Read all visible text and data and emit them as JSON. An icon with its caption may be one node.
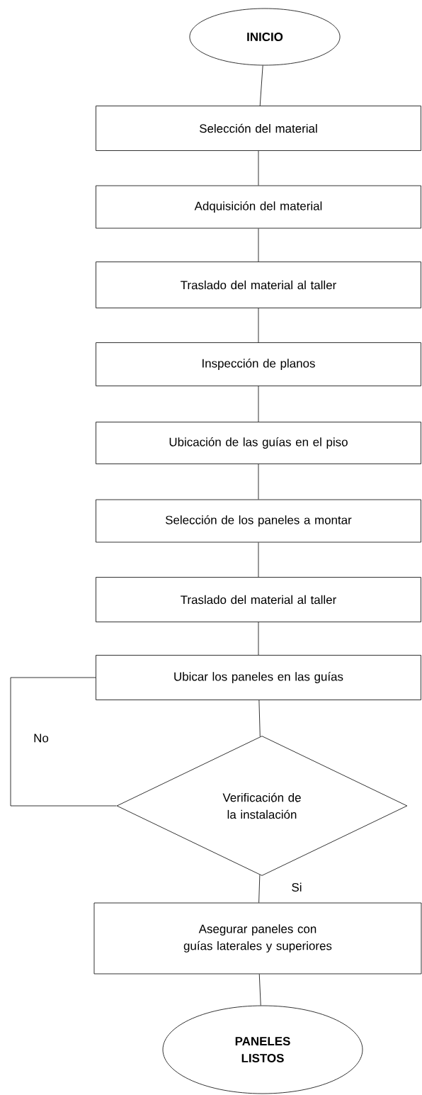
{
  "diagram": {
    "nodes": [
      {
        "text": [
          "INICIO"
        ]
      },
      {
        "text": [
          "Selección del material"
        ]
      },
      {
        "text": [
          "Adquisición del material"
        ]
      },
      {
        "text": [
          "Traslado del material al taller"
        ]
      },
      {
        "text": [
          "Inspección de planos"
        ]
      },
      {
        "text": [
          "Ubicación de las guías en el piso"
        ]
      },
      {
        "text": [
          "Selección de los paneles a montar"
        ]
      },
      {
        "text": [
          "Traslado del material al taller"
        ]
      },
      {
        "text": [
          "Ubicar los paneles en las guías"
        ]
      },
      {
        "text": [
          "Verificación de la instalación"
        ]
      },
      {
        "text": [
          "Asegurar paneles con guías laterales y superiores"
        ]
      },
      {
        "text": [
          "PANELES LISTOS"
        ]
      }
    ],
    "edges": [
      {
        "from": 0,
        "to": 1,
        "arrow": "none"
      },
      {
        "from": 1,
        "to": 2,
        "arrow": "none"
      },
      {
        "from": 2,
        "to": 3,
        "arrow": "none"
      },
      {
        "from": 3,
        "to": 4,
        "arrow": "none"
      },
      {
        "from": 4,
        "to": 5,
        "arrow": "none"
      },
      {
        "from": 5,
        "to": 6,
        "arrow": "none"
      },
      {
        "from": 6,
        "to": 7,
        "arrow": "none"
      },
      {
        "from": 7,
        "to": 8,
        "arrow": "none"
      },
      {
        "from": 8,
        "to": 9,
        "arrow": "none"
      },
      {
        "from": 9,
        "to": 8,
        "arrow": "none",
        "label": "No"
      },
      {
        "from": 9,
        "to": 10,
        "arrow": "none",
        "label": "Si"
      },
      {
        "from": 10,
        "to": 11,
        "arrow": "none"
      }
    ]
  }
}
